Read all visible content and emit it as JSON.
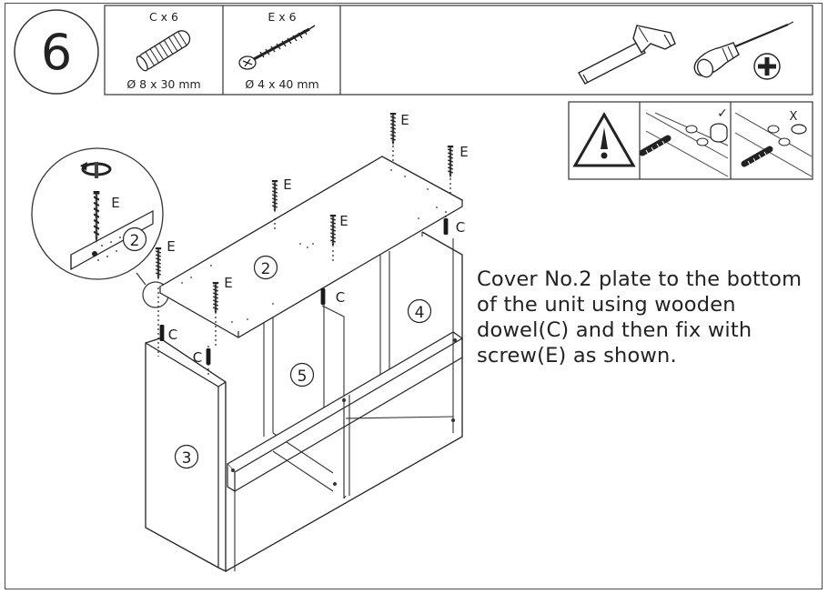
{
  "step": {
    "number": "6"
  },
  "parts": [
    {
      "id": "C",
      "quantity_label": "C x 6",
      "size": "Ø 8 x 30 mm",
      "icon": "wooden-dowel-icon"
    },
    {
      "id": "E",
      "quantity_label": "E x 6",
      "size": "Ø 4 x 40 mm",
      "icon": "screw-icon"
    }
  ],
  "tools": [
    {
      "name": "hammer",
      "icon": "hammer-icon"
    },
    {
      "name": "phillips screwdriver",
      "icon": "screwdriver-icon"
    },
    {
      "name": "phillips head",
      "icon": "phillips-head-icon"
    }
  ],
  "warning": {
    "icon": "warning-triangle-icon",
    "correct_mark": "✓",
    "wrong_mark": "X"
  },
  "labels": {
    "screw": "E",
    "dowel": "C",
    "panel_top": "2",
    "panel_side": "3",
    "panel_right": "4",
    "panel_middle": "5",
    "detail_panel": "2"
  },
  "instruction": "Cover No.2 plate to the bottom of the unit using wooden dowel(C) and then fix with screw(E) as shown."
}
